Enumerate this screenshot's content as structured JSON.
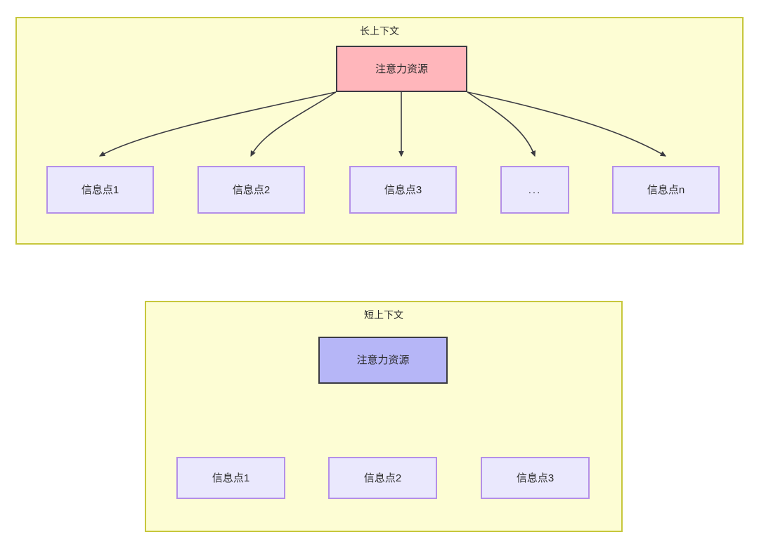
{
  "diagram": {
    "type": "tree-diagram",
    "background": "#ffffff",
    "colors": {
      "group_fill": "#fdfdd4",
      "group_border": "#c7c73c",
      "attention_long_fill": "#ffb6bb",
      "attention_short_fill": "#b6b6f7",
      "node_border_dark": "#3b3b42",
      "info_fill": "#eae8fd",
      "info_border": "#b48fe8",
      "edge_color": "#3b3b42",
      "text_color": "#2b2b2b"
    },
    "groups": [
      {
        "id": "long-context",
        "title": "长上下文",
        "root": {
          "label": "注意力资源"
        },
        "children": [
          {
            "label": "信息点1"
          },
          {
            "label": "信息点2"
          },
          {
            "label": "信息点3"
          },
          {
            "label": "..."
          },
          {
            "label": "信息点n"
          }
        ]
      },
      {
        "id": "short-context",
        "title": "短上下文",
        "root": {
          "label": "注意力资源"
        },
        "children": [
          {
            "label": "信息点1"
          },
          {
            "label": "信息点2"
          },
          {
            "label": "信息点3"
          }
        ]
      }
    ]
  }
}
